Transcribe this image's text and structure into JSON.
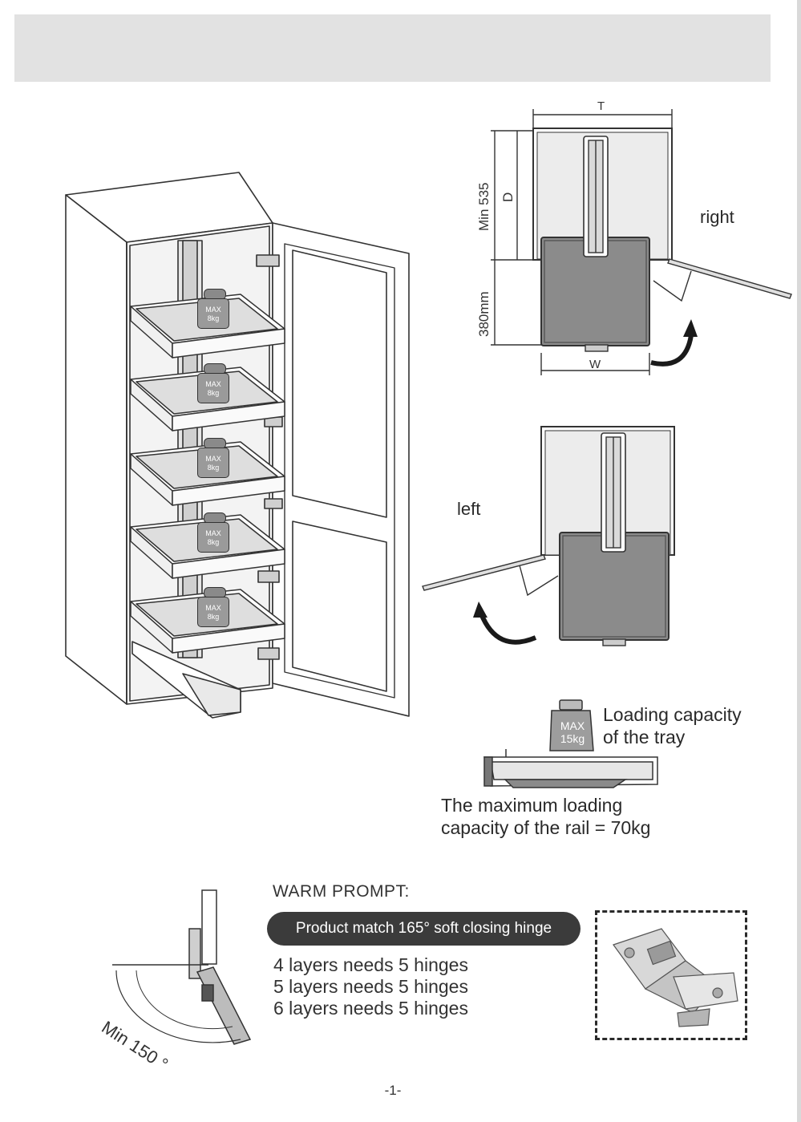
{
  "header": {
    "title": ""
  },
  "top_diagram": {
    "dim_T": "T",
    "dim_D": "D",
    "dim_W": "W",
    "dim_min": "Min 535",
    "dim_380": "380mm",
    "right_label": "right",
    "left_label": "left"
  },
  "weights": {
    "max": "MAX",
    "tray_weight": "8kg",
    "tray_count": 5
  },
  "capacity": {
    "weight_max": "MAX",
    "weight_value": "15kg",
    "tray_line1": "Loading capacity",
    "tray_line2": "of the tray",
    "rail_line1": "The maximum loading",
    "rail_line2": "capacity of the rail = 70kg"
  },
  "warm_prompt": {
    "title": "WARM PROMPT:",
    "pill": "Product match 165° soft closing hinge",
    "lines": [
      "4 layers needs 5 hinges",
      "5 layers needs 5 hinges",
      "6 layers needs 5 hinges"
    ],
    "angle_label": "Min 150 °"
  },
  "page_number": "-1-",
  "colors": {
    "header_band": "#e2e2e2",
    "tray_grey": "#888888",
    "pill": "#3b3b3b"
  },
  "icons": [
    "hinge-photo",
    "weight-icon",
    "arrow-icon"
  ]
}
